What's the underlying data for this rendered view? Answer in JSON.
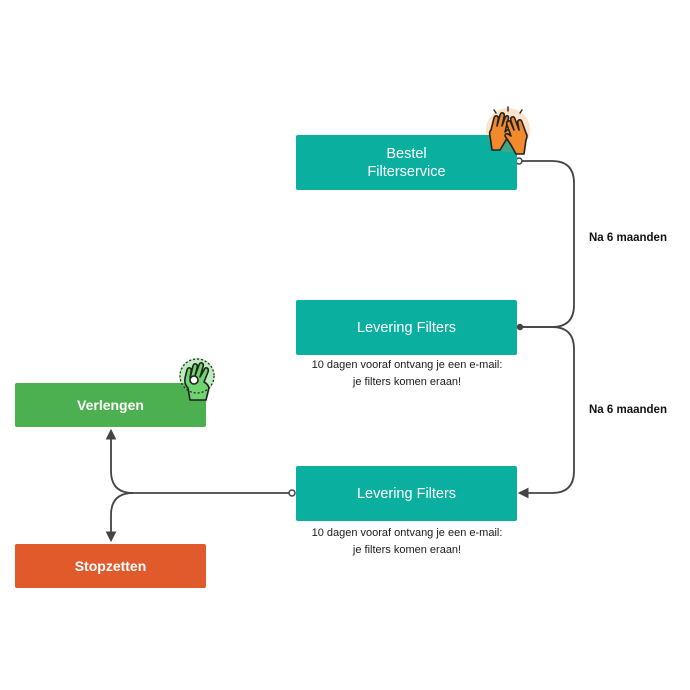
{
  "nodes": {
    "bestel": {
      "line1": "Bestel",
      "line2": "Filterservice"
    },
    "levering_1": {
      "label": "Levering Filters",
      "caption_line1": "10 dagen vooraf ontvang je een e-mail:",
      "caption_line2": "je filters komen eraan!"
    },
    "levering_2": {
      "label": "Levering Filters",
      "caption_line1": "10 dagen vooraf ontvang je een e-mail:",
      "caption_line2": "je filters komen eraan!"
    },
    "verlengen": {
      "label": "Verlengen"
    },
    "stopzetten": {
      "label": "Stopzetten"
    }
  },
  "edges": {
    "interval_1": "Na 6 maanden",
    "interval_2": "Na 6 maanden"
  },
  "icons": {
    "bestel_icon": "high-five-icon",
    "verlengen_icon": "ok-hand-icon"
  },
  "colors": {
    "teal": "#0aafa0",
    "green": "#4caf50",
    "orange": "#e05a2b",
    "connector": "#444444",
    "icon_orange": "#f08a2c",
    "icon_green": "#6fd36f"
  }
}
